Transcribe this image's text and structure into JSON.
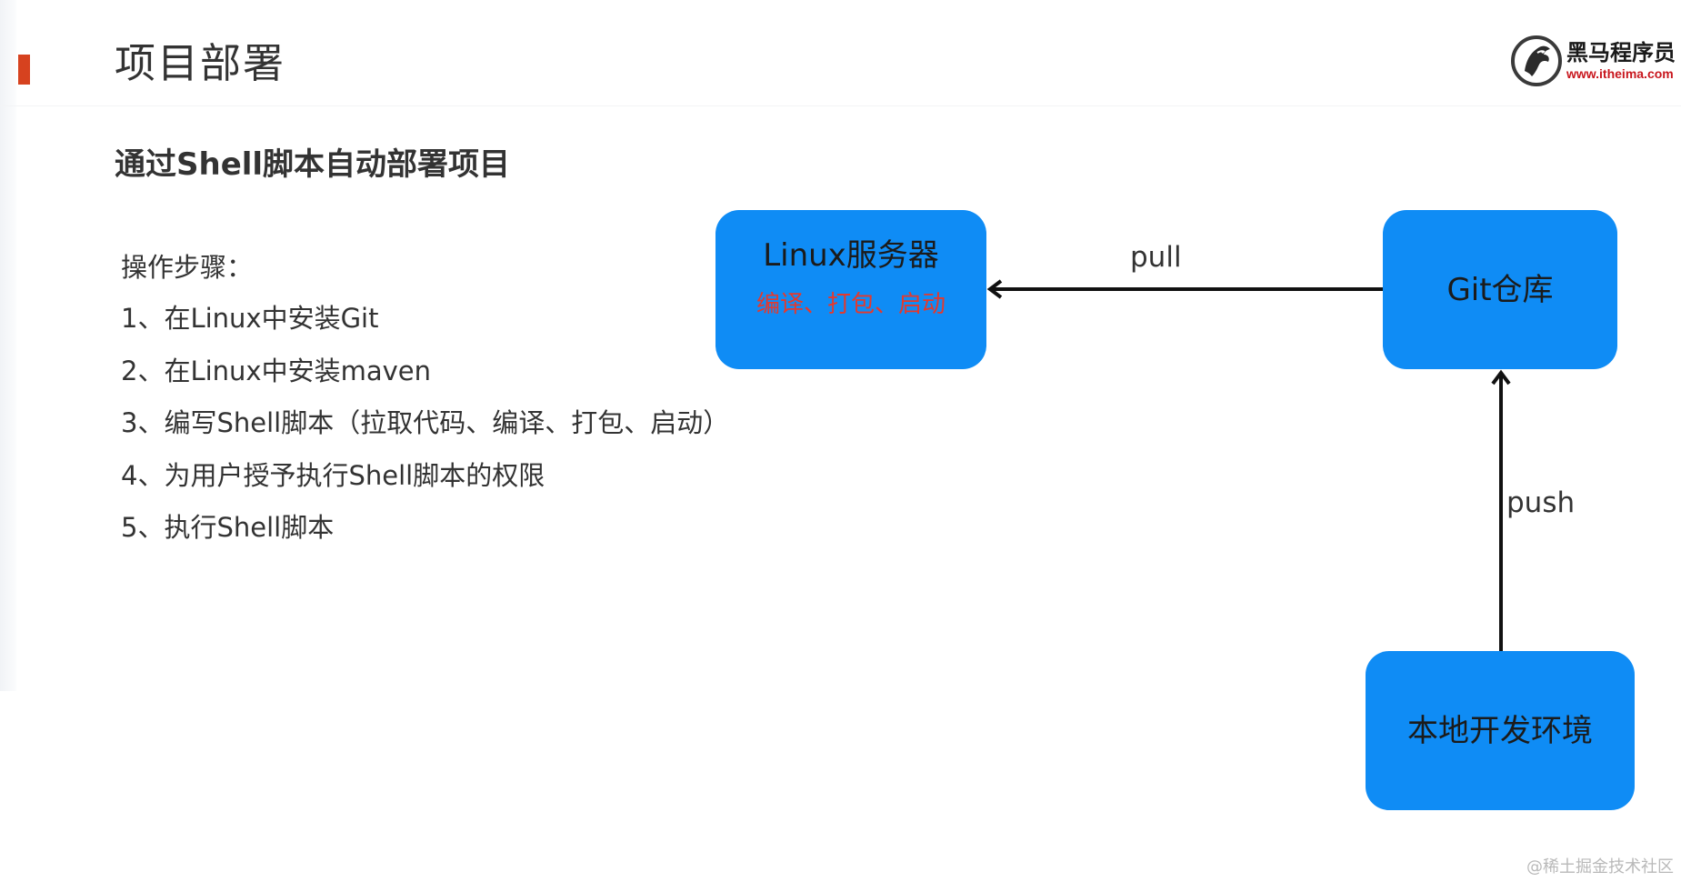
{
  "header": {
    "title": "项目部署",
    "accent_color": "#d6421f"
  },
  "logo": {
    "name": "黑马程序员",
    "url": "www.itheima.com",
    "icon": "horse-logo-icon"
  },
  "subtitle": "通过Shell脚本自动部署项目",
  "steps": {
    "heading": "操作步骤：",
    "items": [
      "1、在Linux中安装Git",
      "2、在Linux中安装maven",
      "3、编写Shell脚本（拉取代码、编译、打包、启动）",
      "4、为用户授予执行Shell脚本的权限",
      "5、执行Shell脚本"
    ]
  },
  "diagram": {
    "node_color": "#0f8cf5",
    "sublabel_color": "#e5392c",
    "nodes": {
      "linux": {
        "label": "Linux服务器",
        "sublabel": "编译、打包、启动"
      },
      "git": {
        "label": "Git仓库"
      },
      "local": {
        "label": "本地开发环境"
      }
    },
    "edges": {
      "pull": {
        "label": "pull",
        "from": "Git仓库",
        "to": "Linux服务器"
      },
      "push": {
        "label": "push",
        "from": "本地开发环境",
        "to": "Git仓库"
      }
    }
  },
  "watermark": "@稀土掘金技术社区"
}
